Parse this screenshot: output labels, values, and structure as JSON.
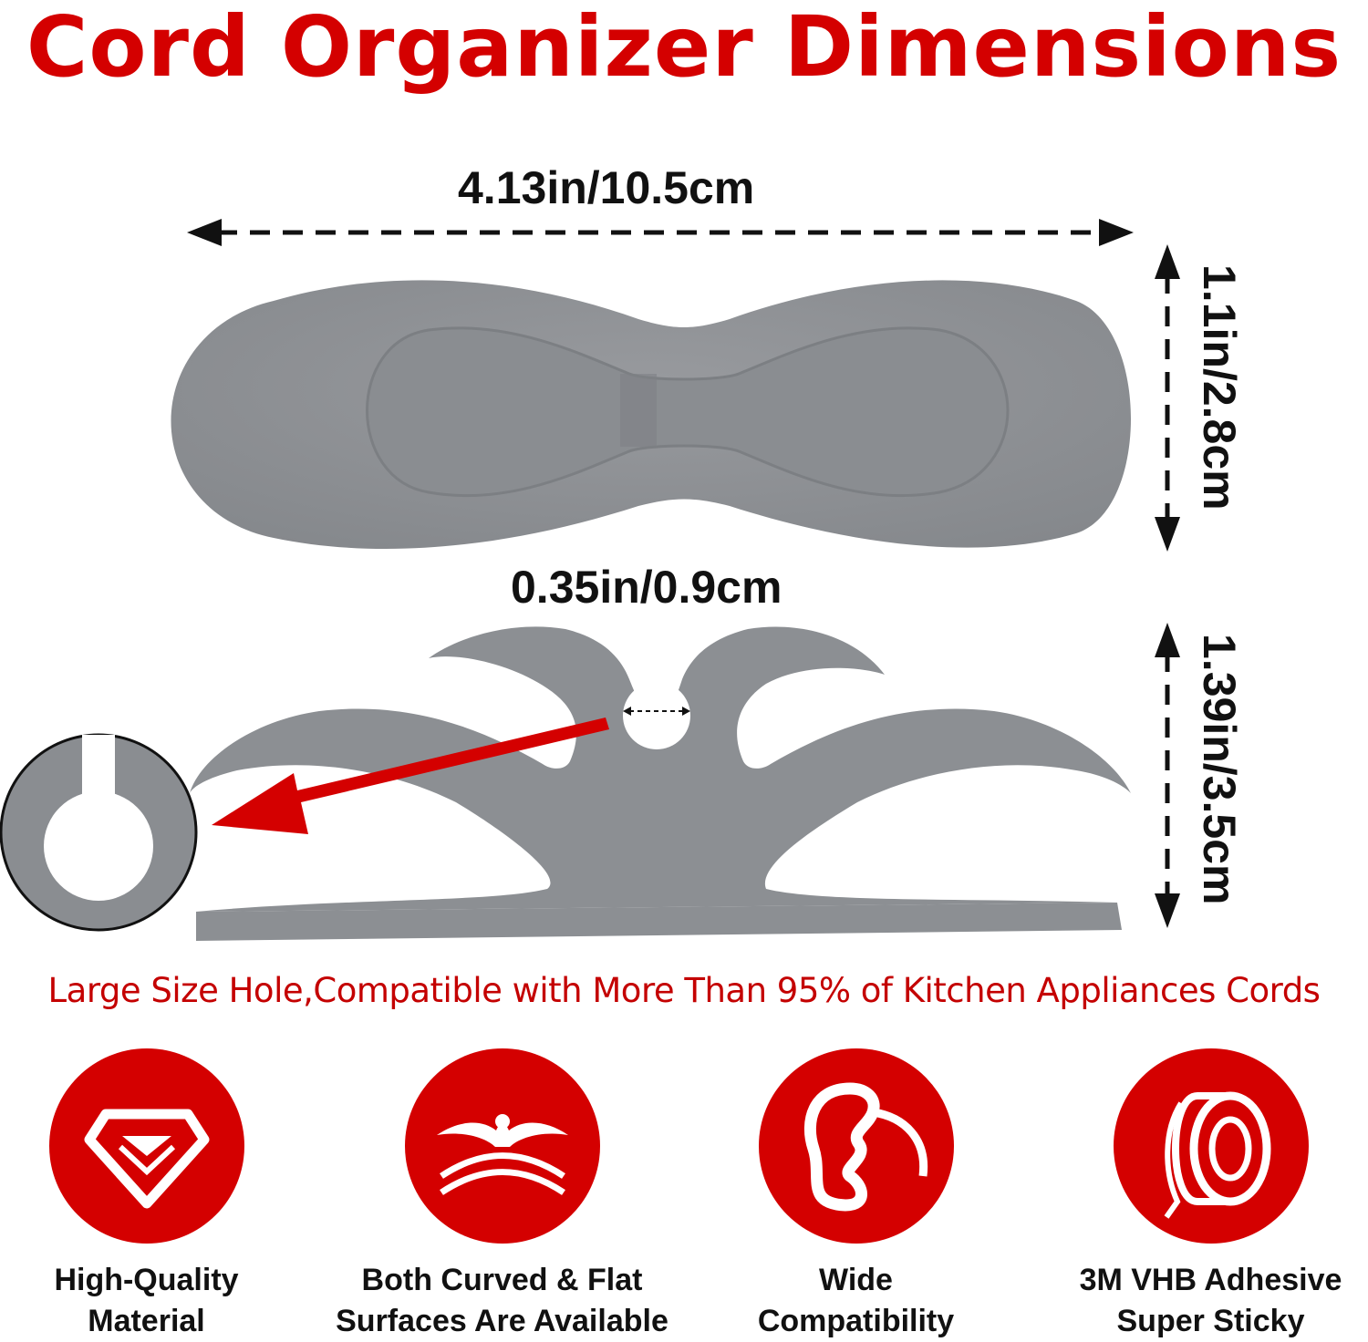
{
  "title": "Cord Organizer Dimensions",
  "dimensions": {
    "width": "4.13in/10.5cm",
    "height_top": "1.1in/2.8cm",
    "hole": "0.35in/0.9cm",
    "height_bottom": "1.39in/3.5cm"
  },
  "caption": "Large Size Hole,Compatible with More Than 95% of Kitchen Appliances Cords",
  "features": [
    {
      "icon": "diamond-icon",
      "line1": "High-Quality",
      "line2": "Material"
    },
    {
      "icon": "surface-icon",
      "line1": "Both Curved & Flat",
      "line2": "Surfaces Are Available"
    },
    {
      "icon": "cord-icon",
      "line1": "Wide",
      "line2": "Compatibility"
    },
    {
      "icon": "tape-roll-icon",
      "line1": "3M VHB Adhesive",
      "line2": "Super Sticky"
    }
  ],
  "colors": {
    "accent": "#d40000",
    "product_gray": "#8c8f93",
    "text": "#111111"
  }
}
